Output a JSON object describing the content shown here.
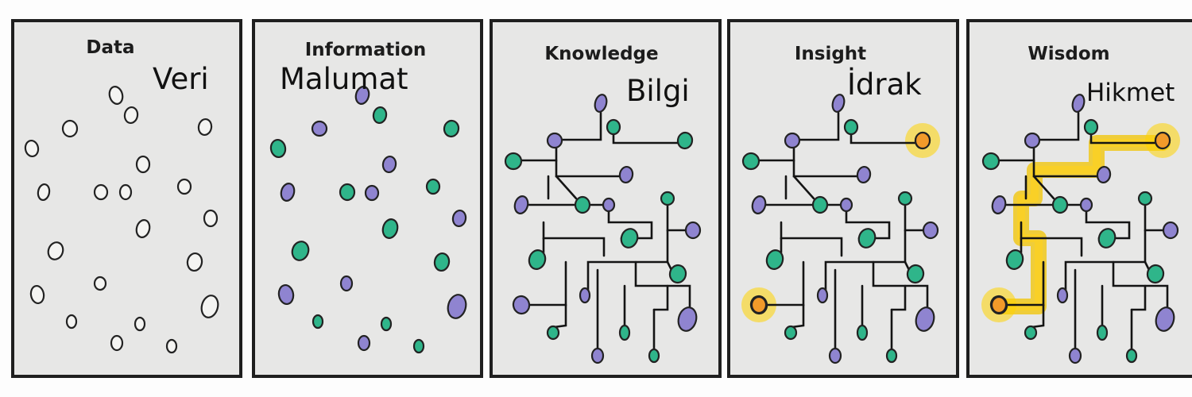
{
  "panels": [
    {
      "title": "Data",
      "translation": "Veri"
    },
    {
      "title": "Information",
      "translation": "Malumat"
    },
    {
      "title": "Knowledge",
      "translation": "Bilgi"
    },
    {
      "title": "Insight",
      "translation": "İdrak"
    },
    {
      "title": "Wisdom",
      "translation": "Hikmet"
    }
  ],
  "colors": {
    "green": "#2fb58a",
    "purple": "#8f84d0",
    "empty": "#f4f4f2",
    "highlight": "#ffd400",
    "highlight_node": "#f29a2a"
  }
}
